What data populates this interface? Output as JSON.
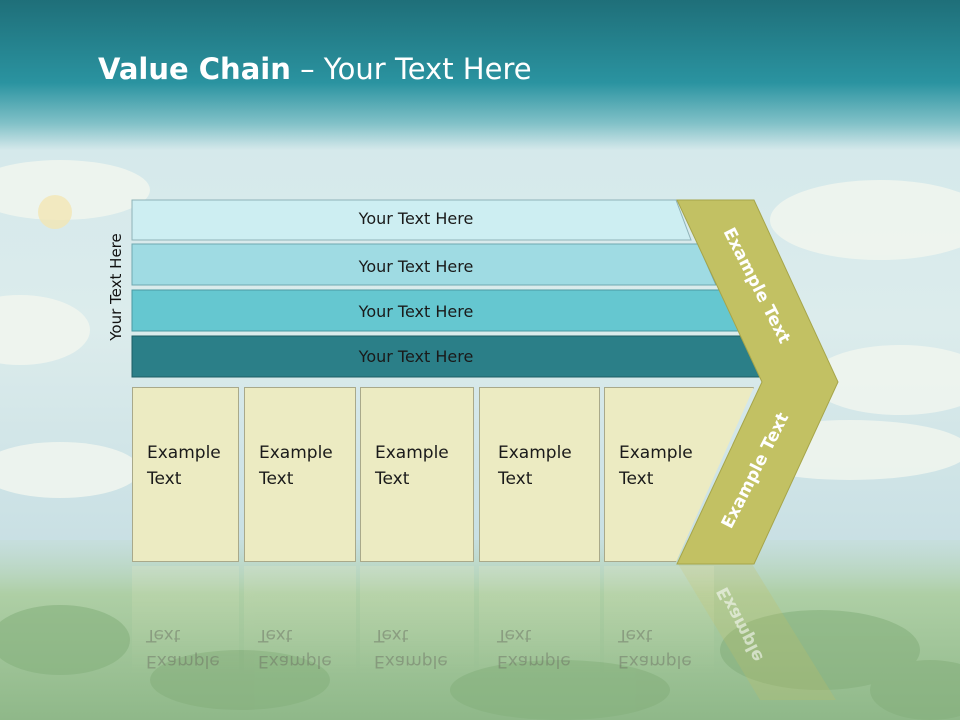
{
  "title": {
    "bold": "Value Chain",
    "rest": " – Your Text Here"
  },
  "side_label": "Your Text Here",
  "bars": [
    {
      "label": "Your Text Here",
      "color": "#cdeef2"
    },
    {
      "label": "Your Text Here",
      "color": "#9fdbe3"
    },
    {
      "label": "Your Text Here",
      "color": "#65c7d0"
    },
    {
      "label": "Your Text Here",
      "color": "#2b7f88"
    }
  ],
  "boxes": [
    {
      "line1": "Example",
      "line2": "Text"
    },
    {
      "line1": "Example",
      "line2": "Text"
    },
    {
      "line1": "Example",
      "line2": "Text"
    },
    {
      "line1": "Example",
      "line2": "Text"
    },
    {
      "line1": "Example",
      "line2": "Text"
    }
  ],
  "chevron": {
    "upper": "Example Text",
    "lower": "Example Text",
    "color": "#c2c163"
  }
}
